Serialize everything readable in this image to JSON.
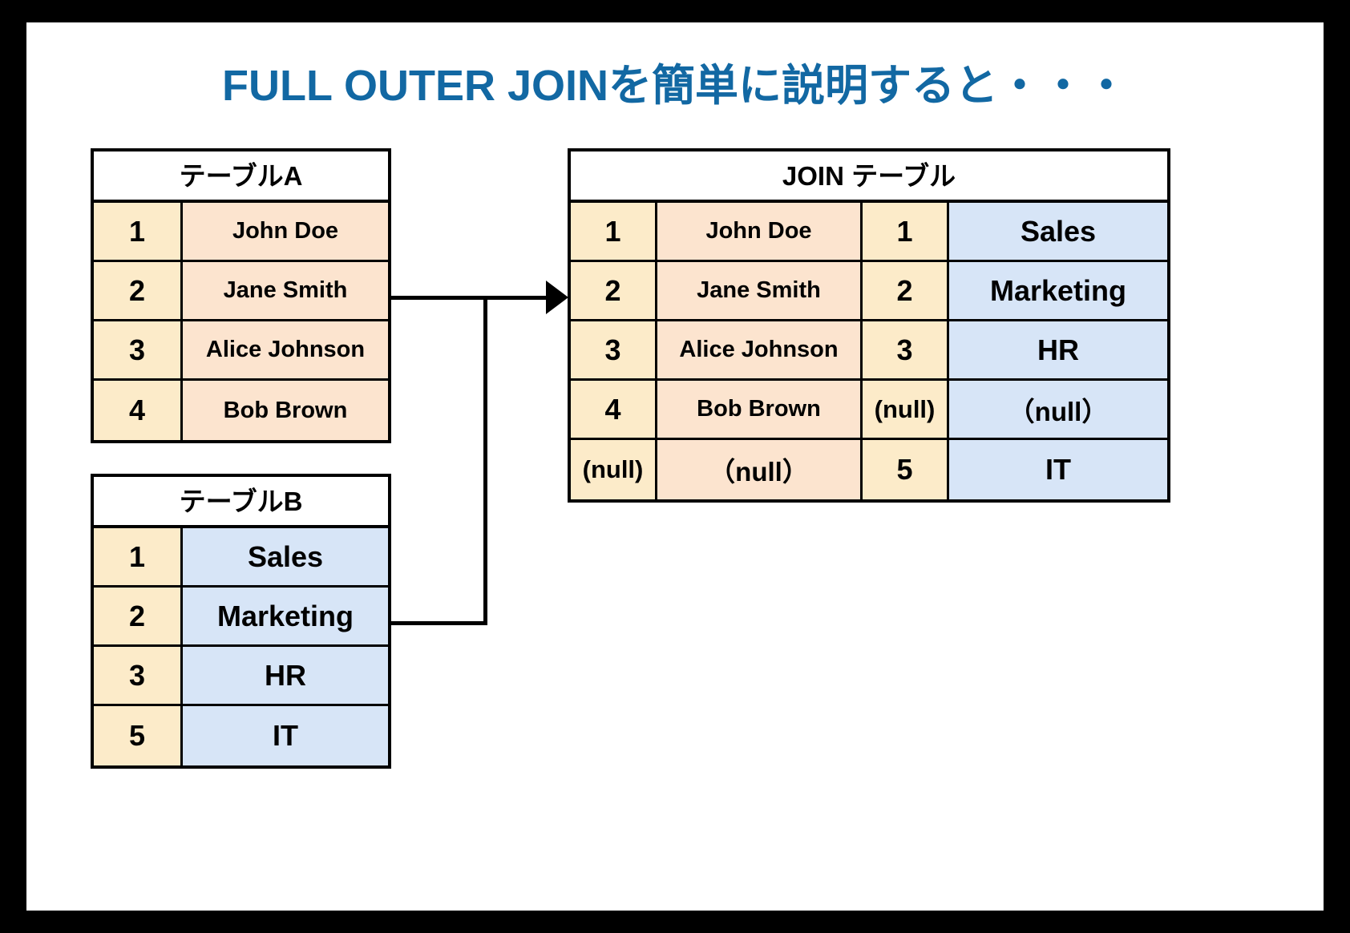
{
  "title": "FULL OUTER JOINを簡単に説明すると・・・",
  "colors": {
    "title": "#1268A3",
    "id_cell": "#FCEBC9",
    "name_cell": "#FCE4CF",
    "dept_cell": "#D7E5F7",
    "border": "#000000",
    "page_background": "#000000",
    "canvas": "#FFFFFF"
  },
  "table_a": {
    "caption": "テーブルA",
    "rows": [
      {
        "id": "1",
        "name": "John Doe"
      },
      {
        "id": "2",
        "name": "Jane Smith"
      },
      {
        "id": "3",
        "name": "Alice Johnson"
      },
      {
        "id": "4",
        "name": "Bob Brown"
      }
    ]
  },
  "table_b": {
    "caption": "テーブルB",
    "rows": [
      {
        "id": "1",
        "dept": "Sales"
      },
      {
        "id": "2",
        "dept": "Marketing"
      },
      {
        "id": "3",
        "dept": "HR"
      },
      {
        "id": "5",
        "dept": "IT"
      }
    ]
  },
  "table_join": {
    "caption": "JOIN テーブル",
    "rows": [
      {
        "a_id": "1",
        "a_name": "John Doe",
        "b_id": "1",
        "b_dept": "Sales"
      },
      {
        "a_id": "2",
        "a_name": "Jane Smith",
        "b_id": "2",
        "b_dept": "Marketing"
      },
      {
        "a_id": "3",
        "a_name": "Alice Johnson",
        "b_id": "3",
        "b_dept": "HR"
      },
      {
        "a_id": "4",
        "a_name": "Bob Brown",
        "b_id": "(null)",
        "b_dept": "（null）"
      },
      {
        "a_id": "(null)",
        "a_name": "（null）",
        "b_id": "5",
        "b_dept": "IT"
      }
    ]
  },
  "connector": {
    "label": "join-arrow"
  }
}
